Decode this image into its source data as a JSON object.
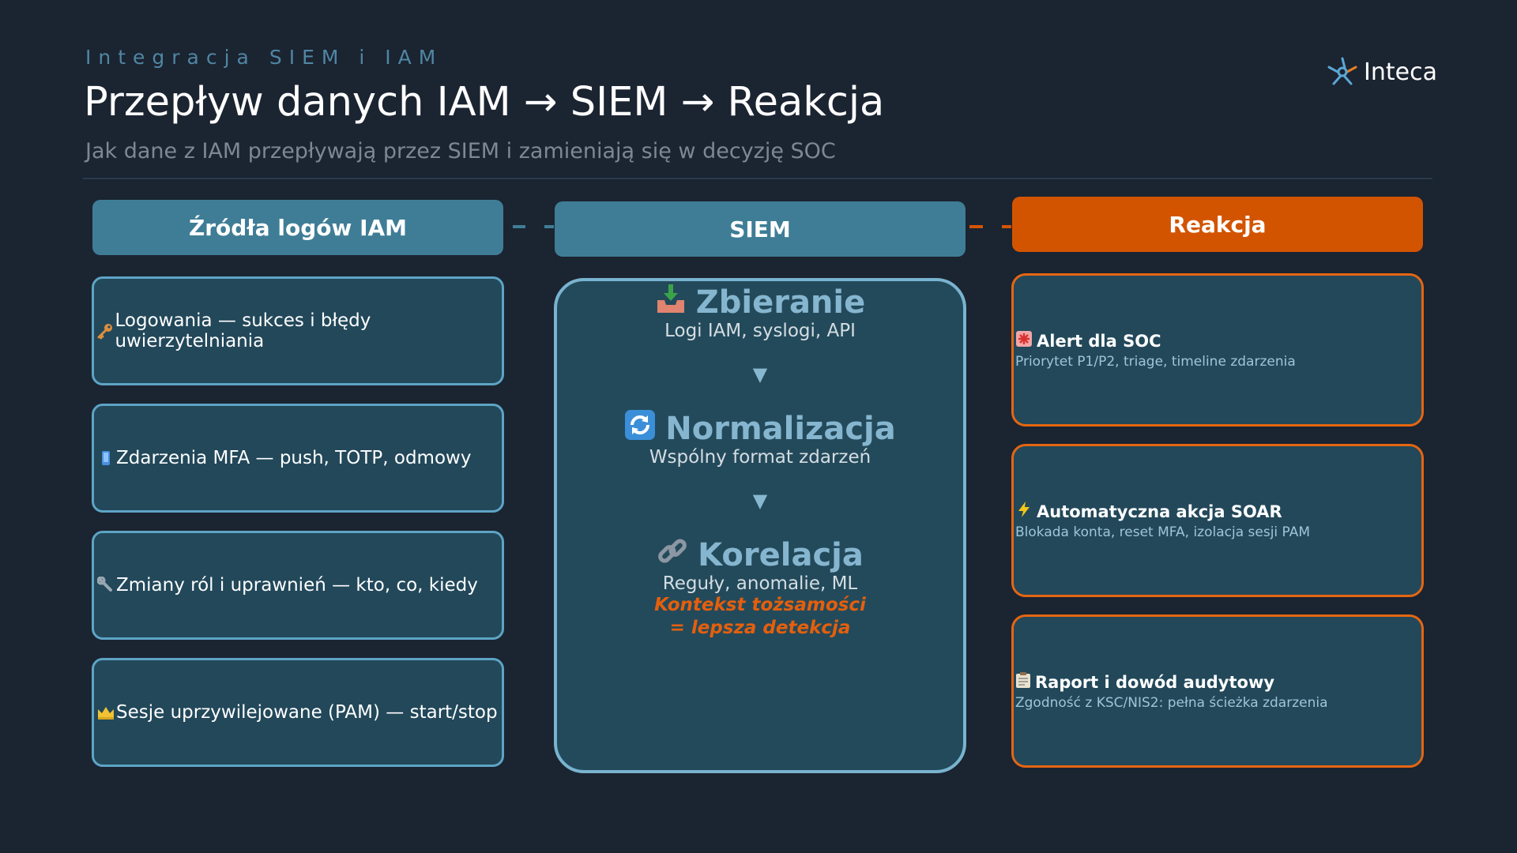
{
  "header": {
    "eyebrow": "Integracja SIEM i IAM",
    "title": "Przepływ danych IAM → SIEM → Reakcja",
    "subtitle": "Jak dane z IAM przepływają przez SIEM i zamieniają się w decyzję SOC"
  },
  "logo": {
    "text": "Inteca"
  },
  "colors": {
    "accent_blue": "#3f7d96",
    "accent_orange": "#d35400",
    "background": "#1b2431"
  },
  "columns": {
    "sources": {
      "title": "Źródła logów IAM",
      "items": [
        {
          "icon": "key-icon",
          "text": "Logowania — sukces i błędy uwierzytelniania"
        },
        {
          "icon": "phone-icon",
          "text": "Zdarzenia MFA — push, TOTP, odmowy"
        },
        {
          "icon": "wrench-icon",
          "text": "Zmiany ról i uprawnień — kto, co, kiedy"
        },
        {
          "icon": "crown-icon",
          "text": "Sesje uprzywilejowane (PAM) — start/stop"
        }
      ]
    },
    "siem": {
      "title": "SIEM",
      "steps": [
        {
          "icon": "inbox-download-icon",
          "title": "Zbieranie",
          "desc": "Logi IAM, syslogi, API"
        },
        {
          "icon": "refresh-icon",
          "title": "Normalizacja",
          "desc": "Wspólny format zdarzeń"
        },
        {
          "icon": "link-icon",
          "title": "Korelacja",
          "desc": "Reguły, anomalie, ML",
          "note_line1": "Kontekst tożsamości",
          "note_line2": "= lepsza detekcja"
        }
      ]
    },
    "reaction": {
      "title": "Reakcja",
      "items": [
        {
          "icon": "siren-icon",
          "title": "Alert dla SOC",
          "desc": "Priorytet P1/P2, triage, timeline zdarzenia"
        },
        {
          "icon": "lightning-icon",
          "title": "Automatyczna akcja SOAR",
          "desc": "Blokada konta, reset MFA, izolacja sesji PAM"
        },
        {
          "icon": "clipboard-icon",
          "title": "Raport i dowód audytowy",
          "desc": "Zgodność z KSC/NIS2: pełna ścieżka zdarzenia"
        }
      ]
    }
  }
}
